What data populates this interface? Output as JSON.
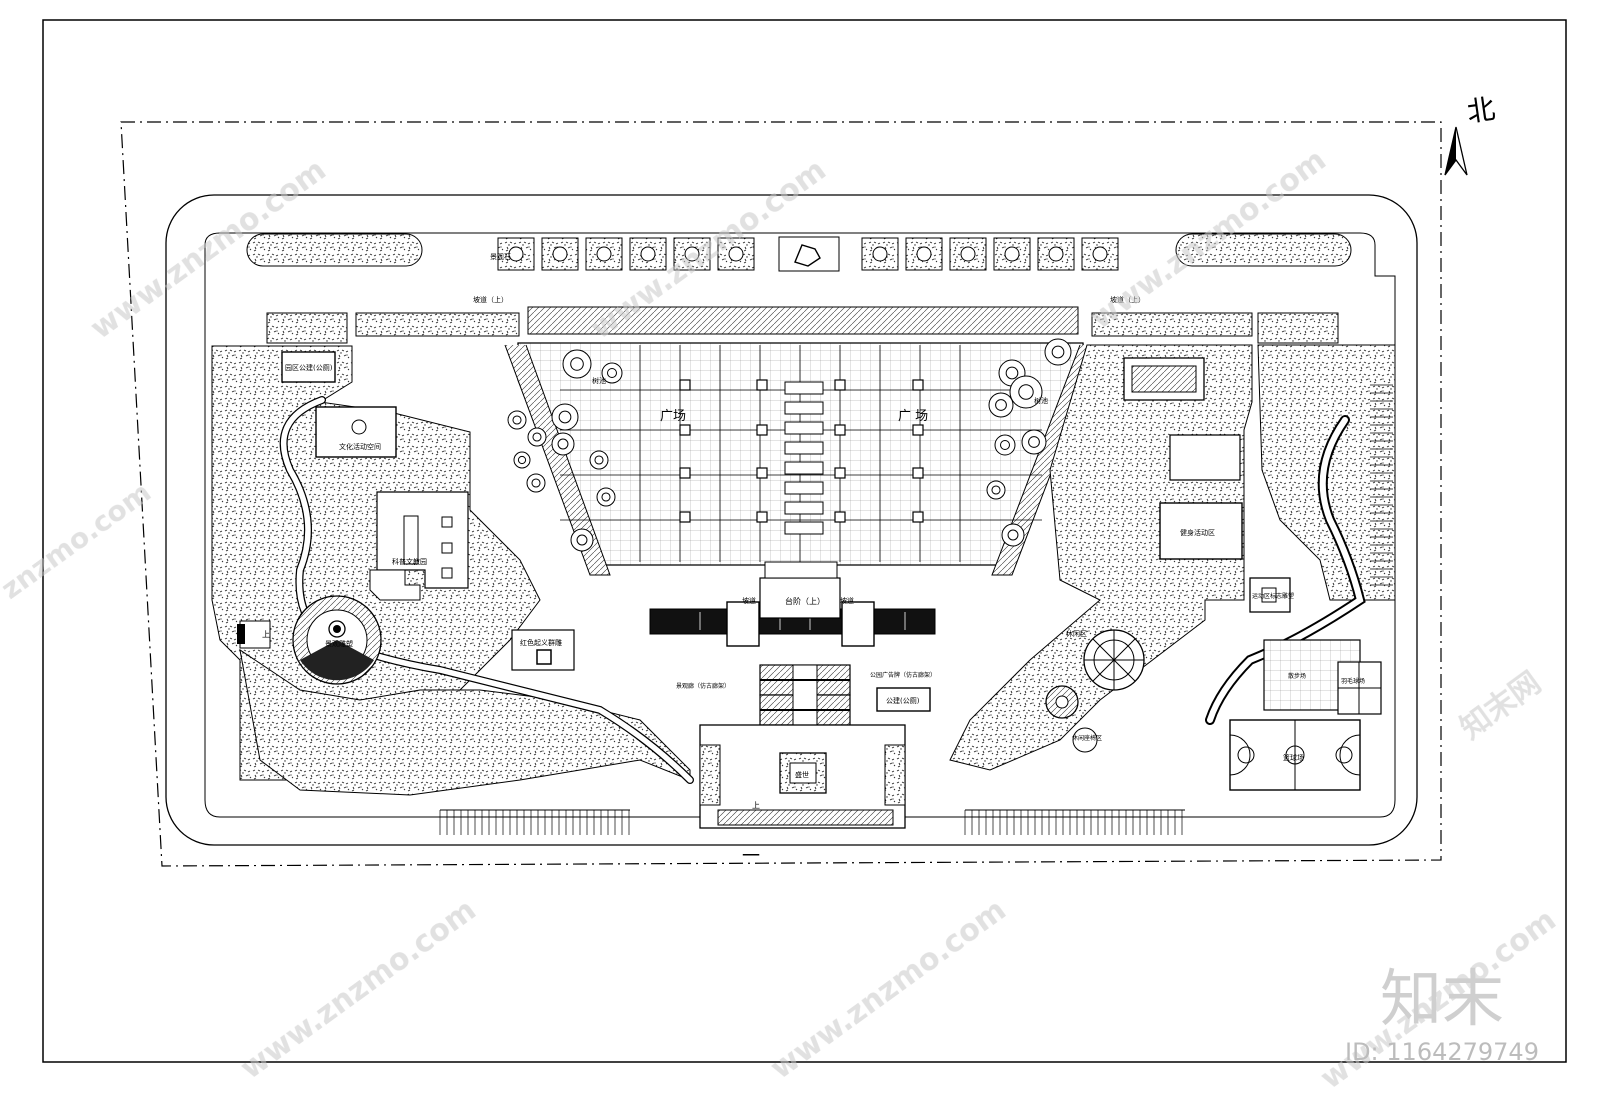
{
  "north_label": "北",
  "bottom_mark": "一",
  "labels": {
    "scenic_wall": "景观石",
    "slope_left": "坡道（上）",
    "slope_right": "坡道（上）",
    "up": "上",
    "park_building": "园区公建(公厕)",
    "culture_corridor": "文化活动空间",
    "science_garden": "科普文教园",
    "tree_pool_left": "树池",
    "tree_pool_right": "树池",
    "plaza_left": "广场",
    "plaza_right": "广 场",
    "fitness": "健身活动区",
    "sports_sculpture": "运动区标志雕塑",
    "steps": "台阶（上）",
    "ramp_left": "坡道",
    "ramp_right": "坡道",
    "red_sculpture": "红色起义群雕",
    "landscape_sculpture": "景观雕塑",
    "park_wc": "公建(公厕)",
    "prosperity": "盛世",
    "basketball": "篮球场",
    "badminton": "羽毛球场",
    "rest_area": "休闲区",
    "corridor_left": "景观廊（仿古廊架）",
    "corridor_right": "公园广告牌（仿古廊架）",
    "leisure_seating": "休闲座椅区",
    "yard": "散步场"
  },
  "watermark": {
    "site": "www.znzmo.com",
    "site_short": "znzmo.com",
    "brand": "知末网",
    "logo": "知末",
    "id": "ID: 1164279749"
  }
}
